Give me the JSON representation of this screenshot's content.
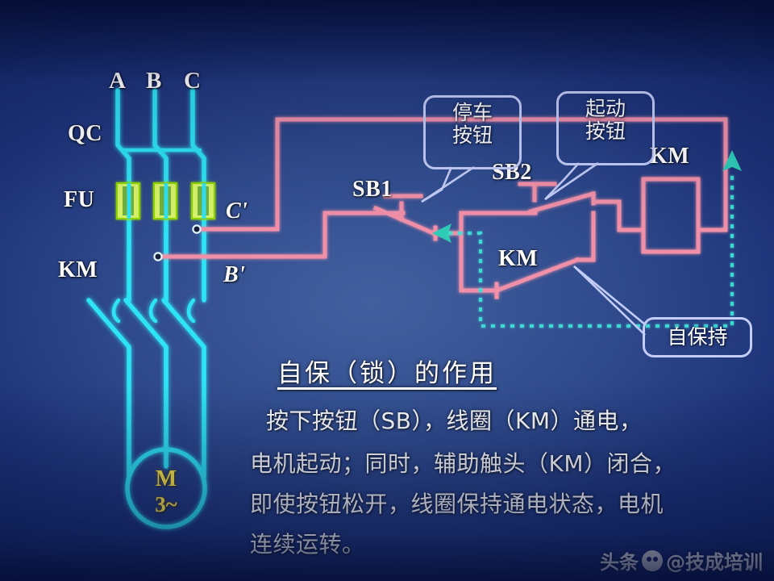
{
  "diagram": {
    "phase_labels": [
      "A",
      "B",
      "C"
    ],
    "component_labels": {
      "qc": "QC",
      "fu": "FU",
      "km_main": "KM",
      "km_coil": "KM",
      "km_aux": "KM",
      "sb1": "SB1",
      "sb2": "SB2",
      "node_c": "C'",
      "node_b": "B'"
    },
    "motor": {
      "symbol": "M",
      "phase": "3~"
    },
    "callouts": [
      {
        "id": "stop-button",
        "line1": "停车",
        "line2": "按钮"
      },
      {
        "id": "start-button",
        "line1": "起动",
        "line2": "按钮"
      },
      {
        "id": "self-hold",
        "line1": "自保持",
        "line2": ""
      }
    ],
    "colors": {
      "power_wire": "#2fe3f5",
      "control_wire": "#f090a8",
      "fuse_body": "#d8f36a",
      "current_path": "#3fe0d8",
      "callout_border": "#c3cdf7",
      "motor_text": "#ffe84a",
      "background_dark": "#0a1a4a",
      "background_light": "#42609f"
    }
  },
  "caption": {
    "title": "自保（锁）的作用",
    "lines": [
      "按下按钮（SB），线圈（KM）通电，",
      "电机起动；同时，辅助触头（KM）闭合，",
      "即使按钮松开，线圈保持通电状态，电机",
      "连续运转。"
    ]
  },
  "watermark": {
    "prefix": "头条",
    "handle": "@技成培训"
  }
}
